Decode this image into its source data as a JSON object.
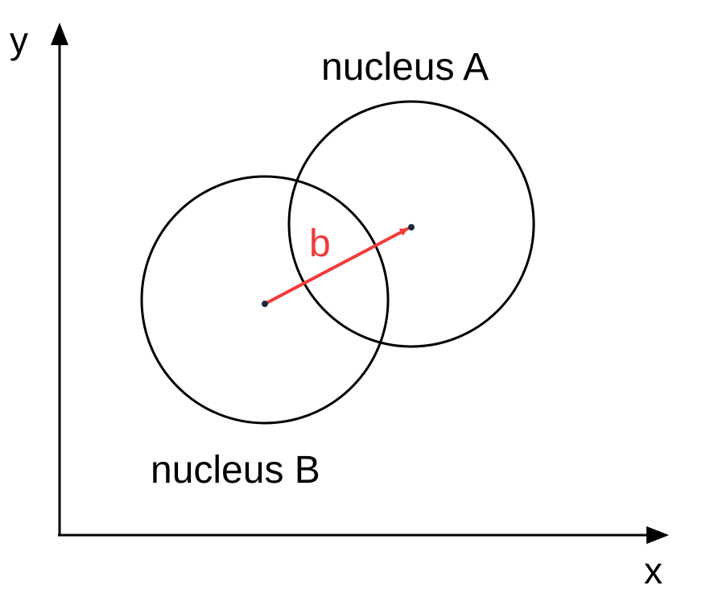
{
  "axes": {
    "x_label": "x",
    "y_label": "y"
  },
  "nucleus_a": {
    "label": "nucleus A"
  },
  "nucleus_b": {
    "label": "nucleus B"
  },
  "impact_parameter": {
    "label": "b",
    "color": "#f23a3a"
  },
  "colors": {
    "outline": "#000000",
    "center_dot": "#1b2a3a",
    "background": "#ffffff"
  }
}
